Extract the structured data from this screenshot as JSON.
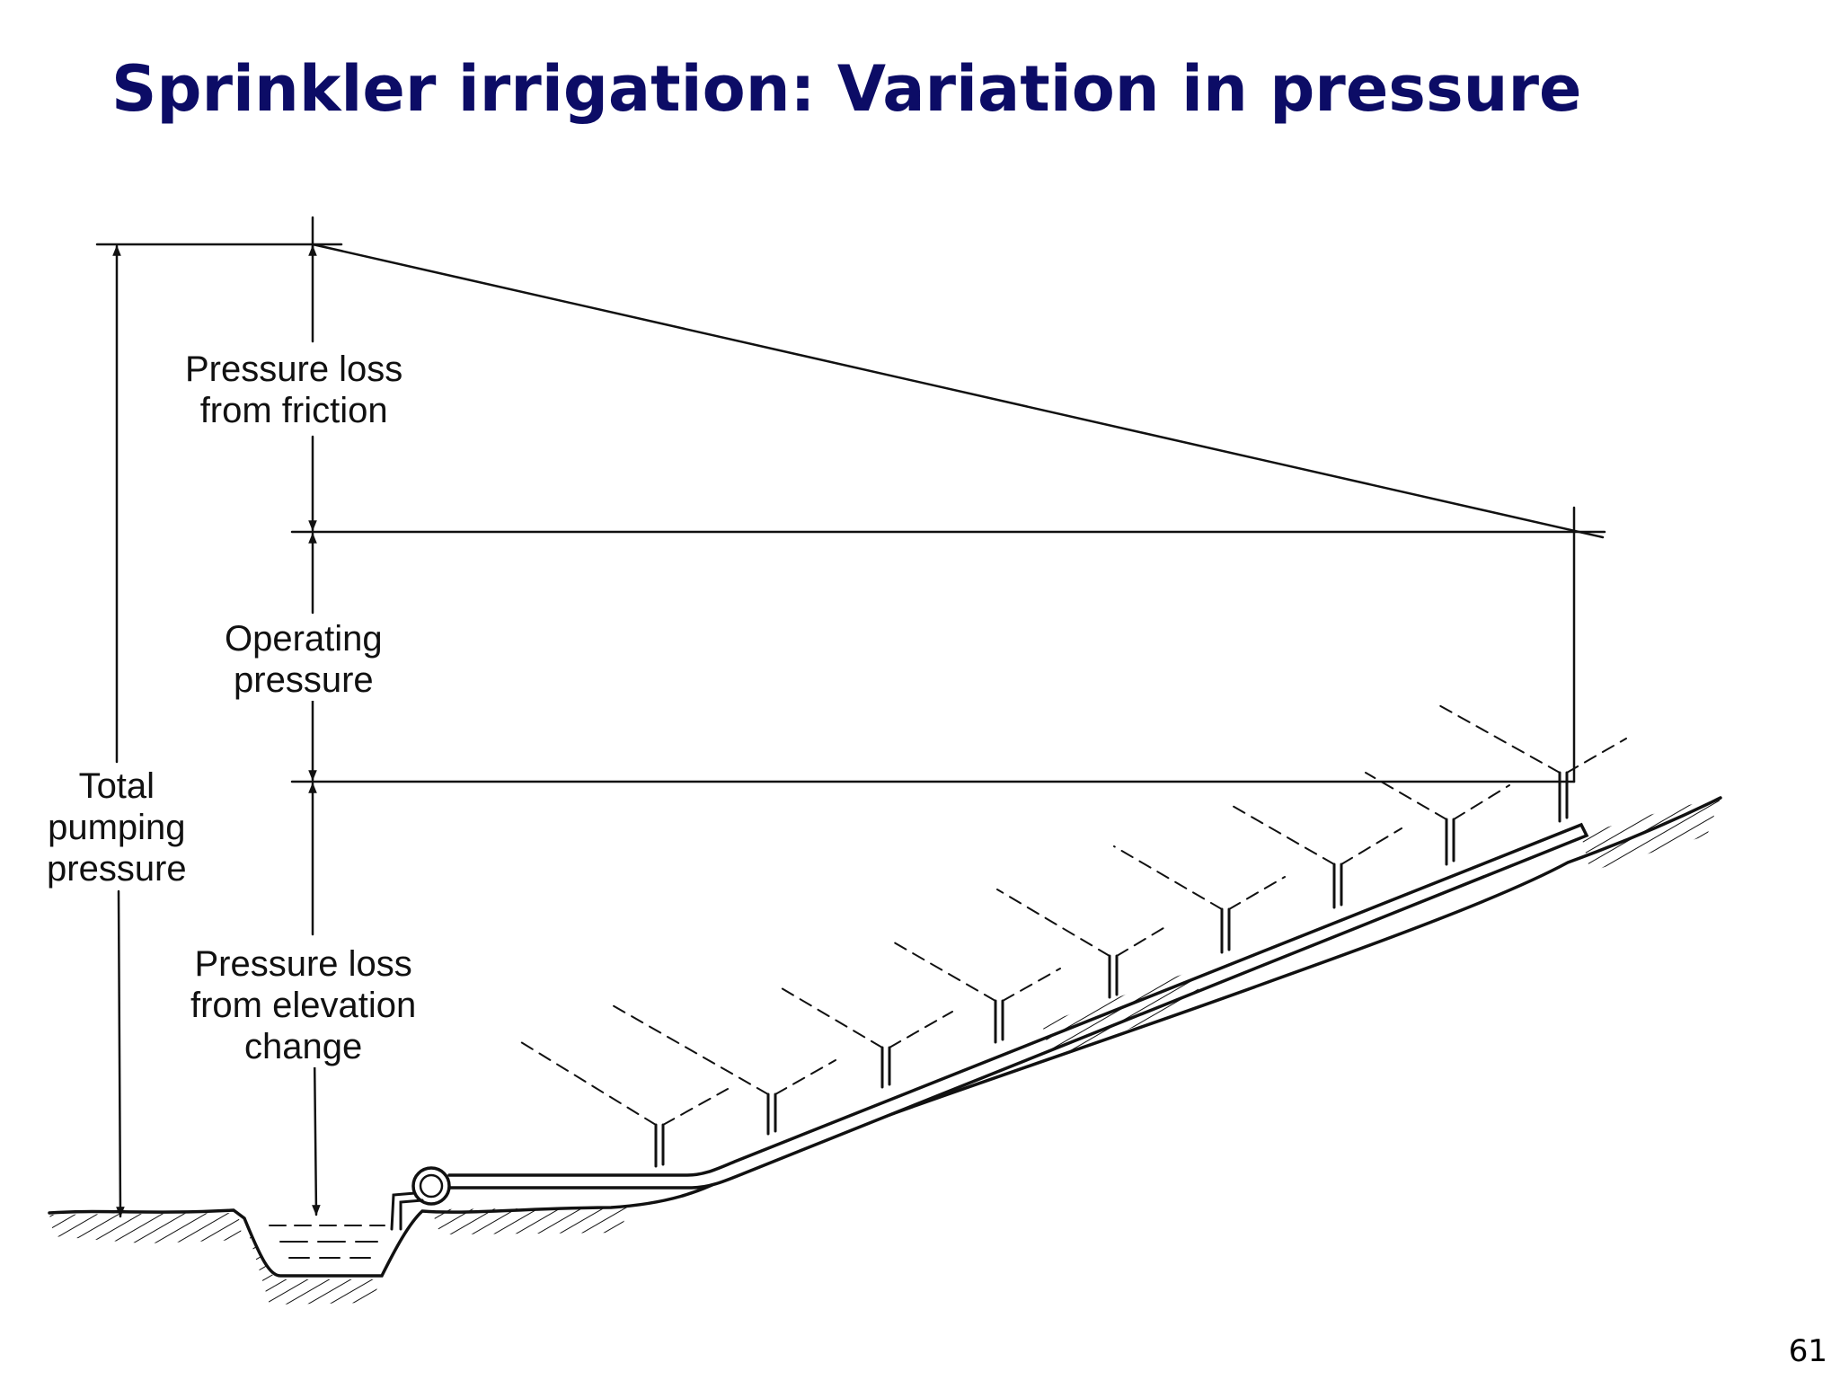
{
  "slide": {
    "title": "Sprinkler irrigation: Variation in pressure",
    "page_number": "61"
  },
  "labels": {
    "friction_loss": [
      "Pressure loss",
      "from friction"
    ],
    "operating_pressure": [
      "Operating",
      "pressure"
    ],
    "total_pumping": [
      "Total",
      "pumping",
      "pressure"
    ],
    "elevation_loss": [
      "Pressure loss",
      "from elevation",
      "change"
    ]
  },
  "colors": {
    "title": "#0c0c66",
    "lines": "#111111"
  }
}
